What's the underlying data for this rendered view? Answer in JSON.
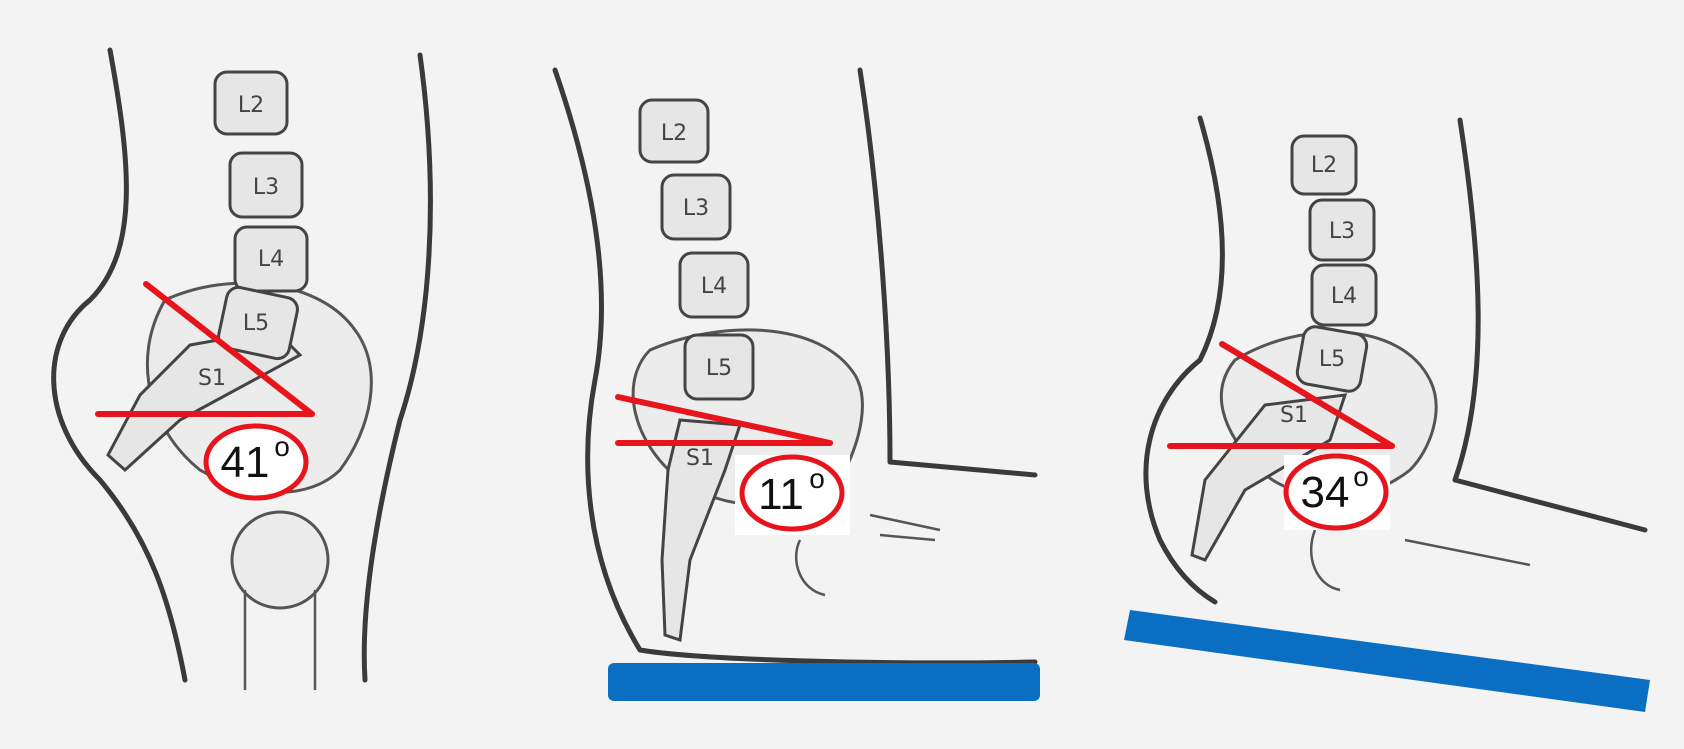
{
  "panels": [
    {
      "id": "standing",
      "vertebrae": [
        "L2",
        "L3",
        "L4",
        "L5",
        "S1"
      ],
      "angle": "41",
      "degree_symbol": "o",
      "surface": "none",
      "colors": {
        "angle_lines": "#e8141c",
        "surface": "#0a6fc2"
      }
    },
    {
      "id": "sitting-flat",
      "vertebrae": [
        "L2",
        "L3",
        "L4",
        "L5",
        "S1"
      ],
      "angle": "11",
      "degree_symbol": "o",
      "surface": "flat seat",
      "colors": {
        "angle_lines": "#e8141c",
        "surface": "#0a6fc2"
      }
    },
    {
      "id": "sitting-wedge",
      "vertebrae": [
        "L2",
        "L3",
        "L4",
        "L5",
        "S1"
      ],
      "angle": "34",
      "degree_symbol": "o",
      "surface": "tilted wedge seat",
      "colors": {
        "angle_lines": "#e8141c",
        "surface": "#0a6fc2"
      }
    }
  ]
}
